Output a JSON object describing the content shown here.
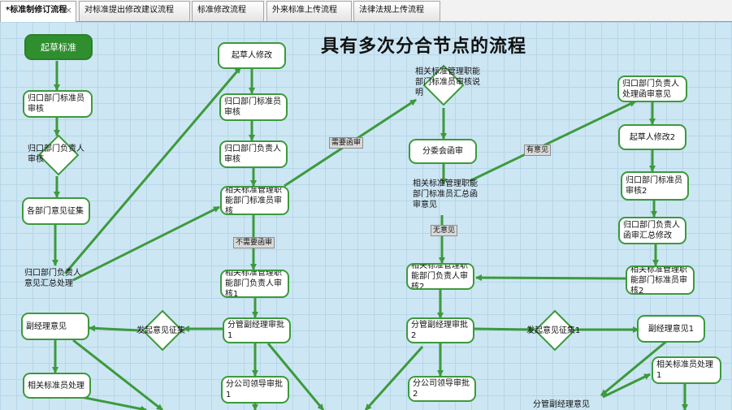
{
  "tabs": [
    {
      "label": "*标准制修订流程",
      "active": true
    },
    {
      "label": "对标准提出修改建议流程",
      "active": false
    },
    {
      "label": "标准修改流程",
      "active": false
    },
    {
      "label": "外来标准上传流程",
      "active": false
    },
    {
      "label": "法律法规上传流程",
      "active": false
    }
  ],
  "close_glyph": "×",
  "diagram": {
    "title": "具有多次分合节点的流程",
    "nodes": {
      "start": "起草标准",
      "col1_review": "归口部门标准员审核",
      "col1_opinion": "各部门意见征集",
      "col1_deputy": "副经理意见",
      "col1_handler": "相关标准员处理",
      "col2_modify": "起草人修改",
      "col2_review": "归口部门标准员审核",
      "col2_head": "归口部门负责人审核",
      "col2_mgr": "相关标准管理职能部门标准员审核",
      "col2_mgrhead": "相关标准管理职能部门负责人审核1",
      "col2_approve": "分管副经理审批1",
      "col2_leader": "分公司领导审批1",
      "col3_committee": "分委会函审",
      "col3_mgrhead2": "相关标准管理职能部门负责人审核2",
      "col3_approve": "分管副经理审批2",
      "col3_leader": "分公司领导审批2",
      "col4_head": "归口部门负责人处理函审意见",
      "col4_modify2": "起草人修改2",
      "col4_review2": "归口部门标准员审核2",
      "col4_head2": "归口部门负责人函审汇总修改",
      "col4_mgr2": "相关标准管理职能部门标准员审核2",
      "col4_deputy1": "副经理意见1",
      "col4_handler1": "相关标准员处理1"
    },
    "decisions": {
      "d_head": "归口部门负责人审核",
      "d_summary": "归口部门负责人意见汇总处理",
      "d_collect": "发起意见征集",
      "d_mgr_note": "相关标准管理职能部门标准员审核说明",
      "d_summary2": "相关标准管理职能部门标准员汇总函审意见",
      "d_collect1": "发起意见征集1",
      "d_bottom": "分管副经理意见"
    },
    "edge_labels": {
      "need": "需要函审",
      "noneed": "不需要函审",
      "hasop": "有意见",
      "noop": "无意见"
    }
  }
}
